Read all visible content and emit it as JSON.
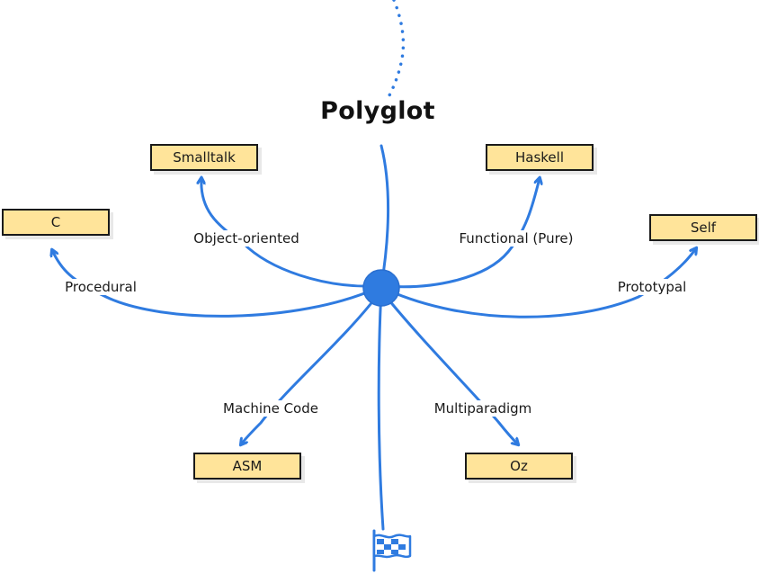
{
  "colors": {
    "edge": "#2f7be0",
    "hub": "#2f7be0",
    "node_fill": "#ffe49a",
    "node_border": "#1a1a1a",
    "text": "#1a1a1a"
  },
  "hub": {
    "title": "Polyglot"
  },
  "nodes": [
    {
      "id": "c",
      "label": "C"
    },
    {
      "id": "smalltalk",
      "label": "Smalltalk"
    },
    {
      "id": "haskell",
      "label": "Haskell"
    },
    {
      "id": "self",
      "label": "Self"
    },
    {
      "id": "asm",
      "label": "ASM"
    },
    {
      "id": "oz",
      "label": "Oz"
    }
  ],
  "edges": [
    {
      "to": "c",
      "label": "Procedural"
    },
    {
      "to": "smalltalk",
      "label": "Object-oriented"
    },
    {
      "to": "haskell",
      "label": "Functional (Pure)"
    },
    {
      "to": "self",
      "label": "Prototypal"
    },
    {
      "to": "asm",
      "label": "Machine Code"
    },
    {
      "to": "oz",
      "label": "Multiparadigm"
    }
  ],
  "icons": {
    "start": "checkered-flag-icon"
  }
}
